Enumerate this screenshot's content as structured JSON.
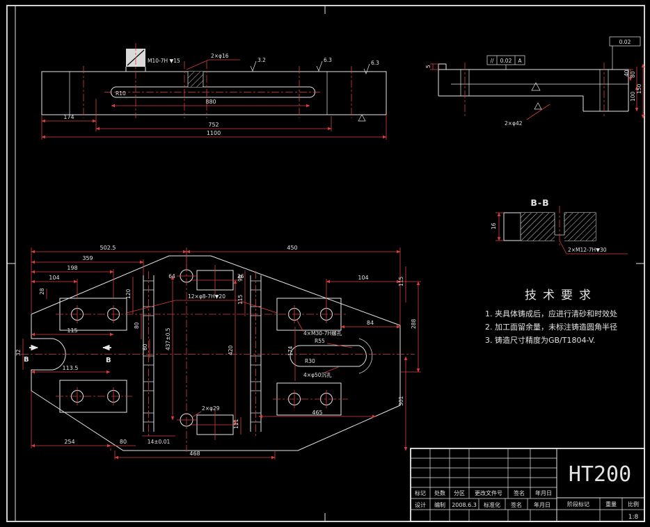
{
  "colors": {
    "background": "#000000",
    "line": "#e8e8e8",
    "dimension": "#d84040"
  },
  "side": {
    "m10": "M10-7H ▼15",
    "phi16": "2×φ16",
    "r10": "R10",
    "d880": "880",
    "d174": "174",
    "d752": "752",
    "d1100": "1100",
    "rough_a": "3.2",
    "rough_b": "6.3",
    "rough_c": "6.3"
  },
  "right": {
    "d5": "5",
    "par_sym": "//",
    "par_val": "0.02",
    "par_ref": "A",
    "tol2": "0.02",
    "d40": "40",
    "d80": "80",
    "d100": "100",
    "d150": "150",
    "holes": "2×φ42"
  },
  "bb": {
    "title": "B-B",
    "d16": "16",
    "holes": "2×M12-7H▼30"
  },
  "tech": {
    "title": "技术要求",
    "items": [
      "1. 夹具体铸成后，应进行清砂和时效处",
      "2. 加工面留余量，未标注铸造圆角半径",
      "3. 铸造尺寸精度为GB/T1804-V."
    ]
  },
  "plan": {
    "d502_5": "502.5",
    "d450": "450",
    "d359": "359",
    "d198": "198",
    "d104a": "104",
    "d28": "28",
    "d115a": "115",
    "d113_5": "113.5",
    "d120": "120",
    "d80a": "80",
    "d60": "60",
    "d64": "64",
    "d26": "26",
    "d98": "98",
    "d115b": "115",
    "d104b": "104",
    "d84": "84",
    "d115c": "115",
    "d288": "288",
    "d301": "301",
    "d437": "437±0.5",
    "d420": "420",
    "d174": "174",
    "d111": "111",
    "d14": "14±0.01",
    "d254": "254",
    "d80b": "80",
    "d468": "468",
    "d465": "465",
    "d32": "32",
    "holes8": "12×φ8-7H▼20",
    "holesM30": "4×M30-7H螺孔",
    "r30": "R30",
    "r55": "R55",
    "sink": "4×φ50沉孔",
    "phi29": "2×φ29",
    "b1": "B",
    "b2": "B"
  },
  "tb": {
    "material": "HT200",
    "c1": "标记",
    "c2": "处数",
    "c3": "分区",
    "c4": "更改文件号",
    "c5": "签名",
    "c6": "年月日",
    "design": "设计",
    "draft": "编制",
    "date": "2008.6.3",
    "std": "标准化",
    "sign": "签名",
    "ymd": "年月日",
    "stage": "阶段标记",
    "weight": "重量",
    "ratio": "比例",
    "ratio_val": "1:8"
  }
}
